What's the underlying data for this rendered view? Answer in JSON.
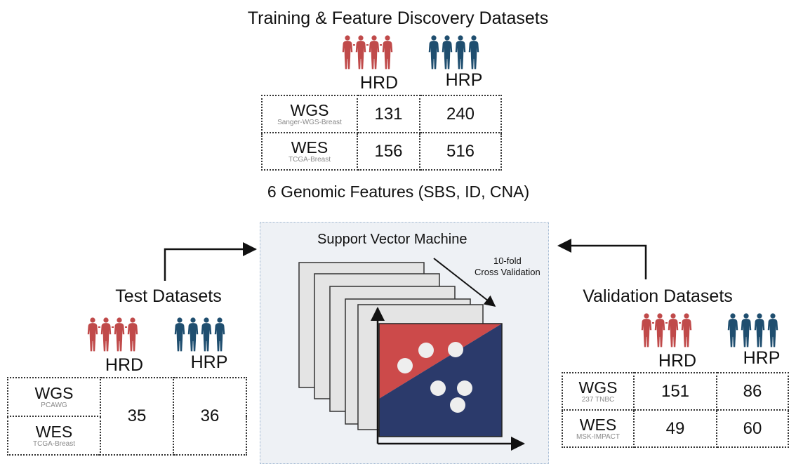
{
  "colors": {
    "hrd": "#c04a4a",
    "hrp": "#1f4e6f",
    "svm_red": "#cc4a4a",
    "svm_blue": "#2b3a6b",
    "panel_bg": "#eef1f5"
  },
  "training": {
    "title": "Training & Feature Discovery Datasets",
    "hrd_label": "HRD",
    "hrp_label": "HRP",
    "rows": [
      {
        "type": "WGS",
        "source": "Sanger-WGS-Breast",
        "hrd": "131",
        "hrp": "240"
      },
      {
        "type": "WES",
        "source": "TCGA-Breast",
        "hrd": "156",
        "hrp": "516"
      }
    ]
  },
  "features": {
    "label": "6 Genomic Features (SBS, ID, CNA)"
  },
  "svm": {
    "title": "Support Vector Machine",
    "cv_line1": "10-fold",
    "cv_line2": "Cross Validation"
  },
  "test": {
    "title": "Test Datasets",
    "hrd_label": "HRD",
    "hrp_label": "HRP",
    "rows": [
      {
        "type": "WGS",
        "source": "PCAWG"
      },
      {
        "type": "WES",
        "source": "TCGA-Breast"
      }
    ],
    "hrd": "35",
    "hrp": "36"
  },
  "validation": {
    "title": "Validation Datasets",
    "hrd_label": "HRD",
    "hrp_label": "HRP",
    "rows": [
      {
        "type": "WGS",
        "source": "237 TNBC",
        "hrd": "151",
        "hrp": "86"
      },
      {
        "type": "WES",
        "source": "MSK-IMPACT",
        "hrd": "49",
        "hrp": "60"
      }
    ]
  }
}
